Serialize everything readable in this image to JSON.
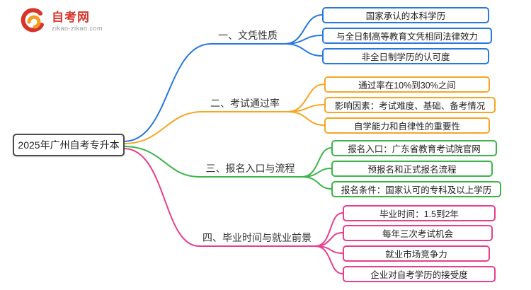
{
  "logo": {
    "title": "自考网",
    "domain": "zikao-zikao.com",
    "colors": {
      "primary": "#d8352a",
      "secondary": "#f59a23"
    }
  },
  "root": {
    "label": "2025年广州自考专升本"
  },
  "branches": [
    {
      "label": "一、文凭性质",
      "color": "#2779e0",
      "children": [
        "国家承认的本科学历",
        "与全日制高等教育文凭相同法律效力",
        "非全日制学历的认可度"
      ]
    },
    {
      "label": "二、考试通过率",
      "color": "#f5a623",
      "children": [
        "通过率在10%到30%之间",
        "影响因素：考试难度、基础、备考情况",
        "自学能力和自律性的重要性"
      ]
    },
    {
      "label": "三、报名入口与流程",
      "color": "#3bb54a",
      "children": [
        "报名入口：广东省教育考试院官网",
        "预报名和正式报名流程",
        "报名条件：国家认可的专科及以上学历"
      ]
    },
    {
      "label": "四、毕业时间与就业前景",
      "color": "#e83e8c",
      "children": [
        "毕业时间：1.5到2年",
        "每年三次考试机会",
        "就业市场竞争力",
        "企业对自考学历的接受度"
      ]
    }
  ]
}
